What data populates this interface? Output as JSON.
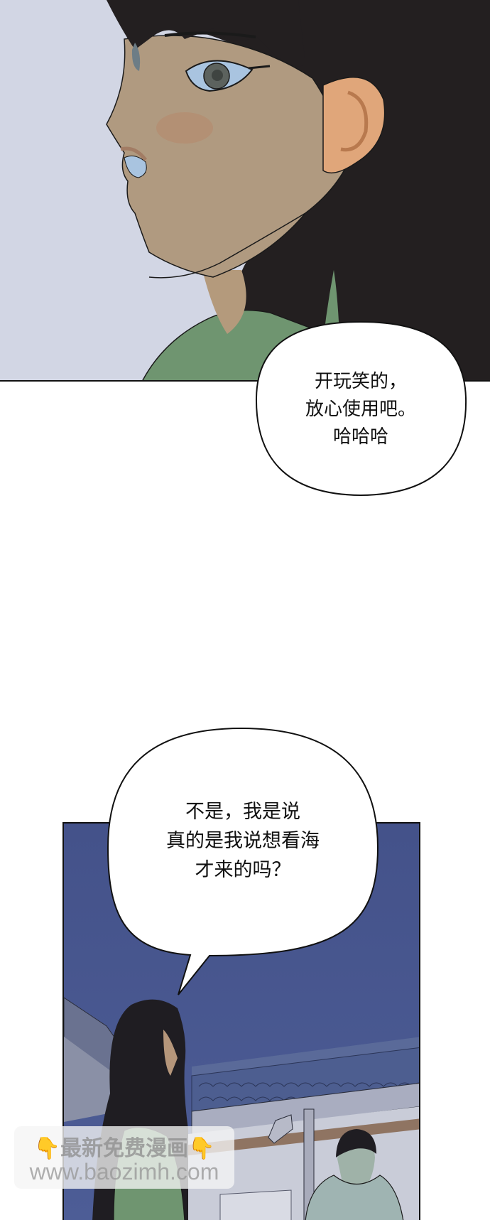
{
  "page": {
    "type": "webtoon-comic-strip",
    "background": "#ffffff"
  },
  "panels": [
    {
      "id": "panel-1",
      "description": "Close-up of a girl with black hair and bangs looking left, wearing a green top",
      "colors": {
        "background": "#d2d6e4",
        "hair": "#231f20",
        "skin": "#b09a80",
        "skin_warm": "#d9a07a",
        "shirt": "#6f9570",
        "eye": "#a9c4e0"
      }
    },
    {
      "id": "panel-2",
      "description": "Night scene under a tiled roof; a long-haired girl in green on the left, a young man in a pale sweater on the right",
      "colors": {
        "sky": "#46558b",
        "roof": "#4e5f8e",
        "wall": "#c9ccd8",
        "hair": "#1f1d22",
        "girl_shirt": "#6f9570",
        "man_shirt": "#9fb4b2"
      }
    }
  ],
  "bubbles": [
    {
      "id": "bubble-1",
      "lines": [
        "开玩笑的，",
        "放心使用吧。",
        "哈哈哈"
      ]
    },
    {
      "id": "bubble-2",
      "lines": [
        "不是，我是说",
        "真的是我说想看海",
        "才来的吗？"
      ]
    }
  ],
  "watermark": {
    "icon_left": "👇",
    "title": "最新免费漫画",
    "icon_right": "👇",
    "url": "www.baozimh.com"
  }
}
